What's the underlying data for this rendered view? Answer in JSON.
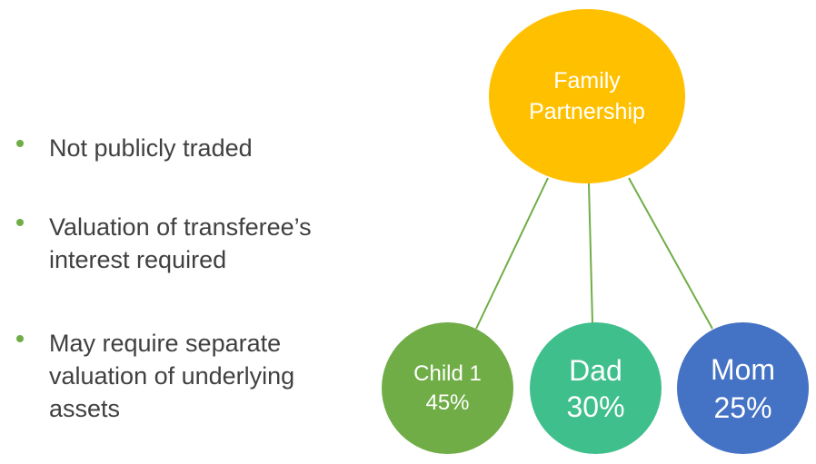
{
  "bullets": [
    "Not publicly traded",
    "Valuation of transferee’s interest required",
    "May require separate valuation of underlying assets"
  ],
  "diagram": {
    "root": {
      "label": "Family\nPartnership",
      "color": "#ffc000"
    },
    "children": [
      {
        "label": "Child 1\n45%",
        "color": "#70ad47"
      },
      {
        "label": "Dad\n30%",
        "color": "#3fbf8b"
      },
      {
        "label": "Mom\n25%",
        "color": "#4472c4"
      }
    ],
    "connector_color": "#70ad47",
    "bullet_color": "#70ad47"
  }
}
